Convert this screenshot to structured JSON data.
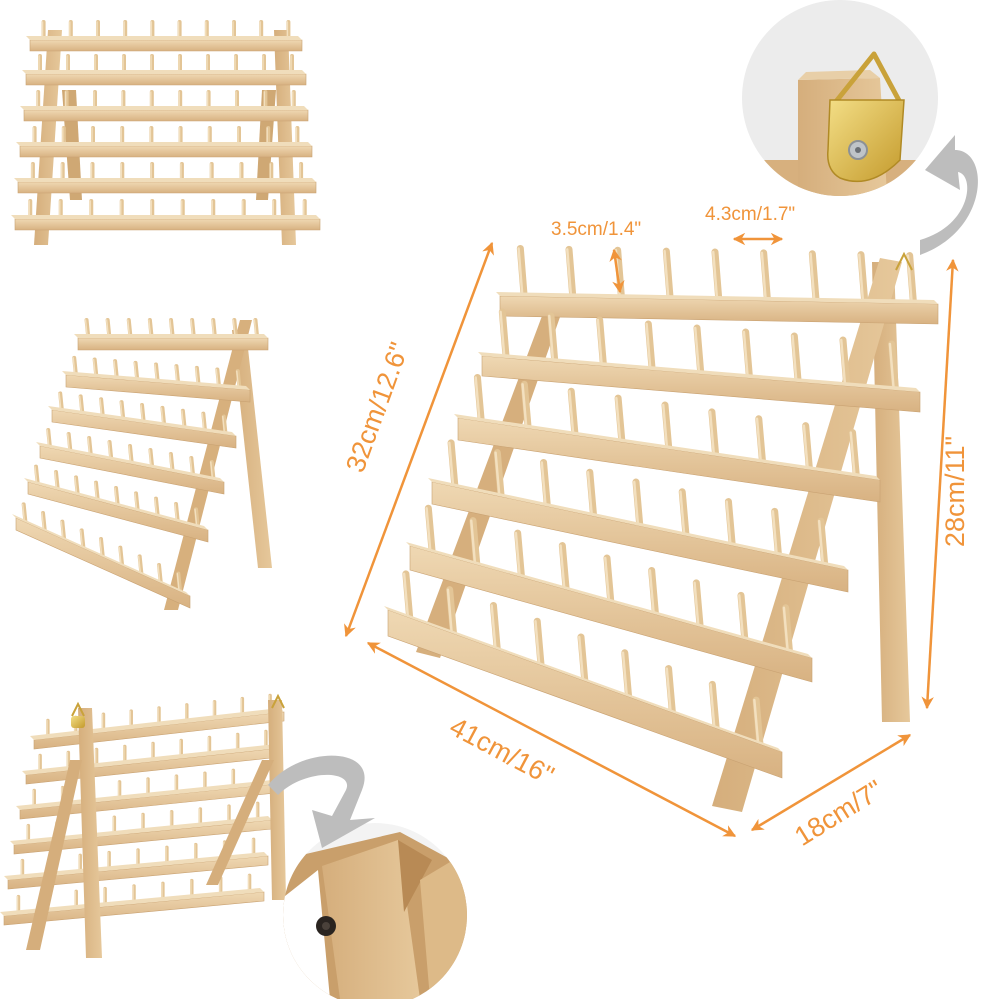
{
  "colors": {
    "wood_light": "#E9CFA6",
    "wood_mid": "#D9B583",
    "wood_dark": "#C49A66",
    "dimension_orange": "#F0943A",
    "arrow_gray": "#B9B9B9",
    "inset_bg": "#EDEDED",
    "brass": "#D4B24A"
  },
  "views": [
    {
      "name": "front-view",
      "description": "Front view of the six-tier thread rack"
    },
    {
      "name": "angled-view",
      "description": "Angled side view of the thread rack"
    },
    {
      "name": "back-view",
      "description": "Rear view showing folding legs"
    },
    {
      "name": "main-view",
      "description": "Main product view with dimensions"
    }
  ],
  "insets": [
    {
      "name": "hanger-detail",
      "description": "Close-up of brass triangle wall hanger"
    },
    {
      "name": "hinge-detail",
      "description": "Close-up of leg pivot screw"
    }
  ],
  "dimensions": {
    "peg_height": "3.5cm/1.4\"",
    "peg_spacing": "4.3cm/1.7\"",
    "slant_length": "32cm/12.6\"",
    "height": "28cm/11\"",
    "width": "41cm/16\"",
    "depth": "18cm/7\""
  }
}
